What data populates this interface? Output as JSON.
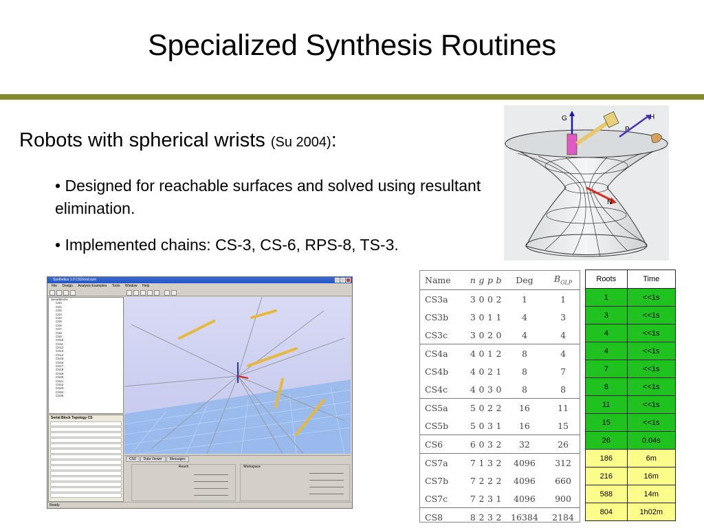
{
  "title": "Specialized Synthesis Routines",
  "heading": {
    "text": "Robots with spherical wrists ",
    "citation": "(Su 2004)",
    "colon": ":"
  },
  "bullets": [
    "Designed for reachable surfaces and solved using resultant elimination.",
    "Implemented chains: CS-3, CS-6, RPS-8, TS-3."
  ],
  "bullet_symbol": "•",
  "colors": {
    "rule": "#838a29",
    "green_cell": "#1fc21f",
    "yellow_cell": "#fcfc8a"
  },
  "figure_labels": {
    "g": "G",
    "h": "H",
    "p": "P",
    "n": "N"
  },
  "screenshot": {
    "window_title": "Synthetica 1.0 CS2mod.sym",
    "menu": [
      "File",
      "Design",
      "Analysis Examples",
      "Tools",
      "Window",
      "Help"
    ],
    "tree_root": "SerialMechs",
    "tree_items": [
      "CS0",
      "CS1",
      "CS2",
      "CS3",
      "CS4",
      "CS5",
      "CS6",
      "CS7",
      "CS8",
      "CS9",
      "CS10",
      "CS11",
      "CS12",
      "CS13",
      "CS14",
      "CS15",
      "CS16",
      "CS17",
      "CS18",
      "CS19",
      "CS20",
      "CS21",
      "CS22",
      "CS23",
      "CS24",
      "CS25"
    ],
    "section_label": "Serial Block Topology CS",
    "bottom_tabs": [
      "CS0",
      "Data Viewer",
      "Messages"
    ],
    "reach_label": "Reach",
    "workspace_label": "Workspace",
    "status": "Ready"
  },
  "table": {
    "headers": [
      "Name",
      "n",
      "g",
      "p",
      "b",
      "Deg",
      "B_GLP"
    ],
    "header_sub": "GLP",
    "rows": [
      [
        "CS3a",
        "3",
        "0",
        "0",
        "2",
        "1",
        "1"
      ],
      [
        "CS3b",
        "3",
        "0",
        "1",
        "1",
        "4",
        "3"
      ],
      [
        "CS3c",
        "3",
        "0",
        "2",
        "0",
        "4",
        "4"
      ],
      [
        "CS4a",
        "4",
        "0",
        "1",
        "2",
        "8",
        "4"
      ],
      [
        "CS4b",
        "4",
        "0",
        "2",
        "1",
        "8",
        "7"
      ],
      [
        "CS4c",
        "4",
        "0",
        "3",
        "0",
        "8",
        "8"
      ],
      [
        "CS5a",
        "5",
        "0",
        "2",
        "2",
        "16",
        "11"
      ],
      [
        "CS5b",
        "5",
        "0",
        "3",
        "1",
        "16",
        "15"
      ],
      [
        "CS6",
        "6",
        "0",
        "3",
        "2",
        "32",
        "26"
      ],
      [
        "CS7a",
        "7",
        "1",
        "3",
        "2",
        "4096",
        "312"
      ],
      [
        "CS7b",
        "7",
        "2",
        "2",
        "2",
        "4096",
        "660"
      ],
      [
        "CS7c",
        "7",
        "2",
        "3",
        "1",
        "4096",
        "900"
      ],
      [
        "CS8",
        "8",
        "2",
        "3",
        "2",
        "16384",
        "2184"
      ]
    ]
  },
  "roots_time": {
    "headers": [
      "Roots",
      "Time"
    ],
    "rows": [
      [
        "1",
        "<<1s"
      ],
      [
        "3",
        "<<1s"
      ],
      [
        "4",
        "<<1s"
      ],
      [
        "4",
        "<<1s"
      ],
      [
        "7",
        "<<1s"
      ],
      [
        "8",
        "<<1s"
      ],
      [
        "11",
        "<<1s"
      ],
      [
        "15",
        "<<1s"
      ],
      [
        "26",
        "0.04s"
      ],
      [
        "186",
        "6m"
      ],
      [
        "216",
        "16m"
      ],
      [
        "588",
        "14m"
      ],
      [
        "804",
        "1h02m"
      ]
    ]
  }
}
